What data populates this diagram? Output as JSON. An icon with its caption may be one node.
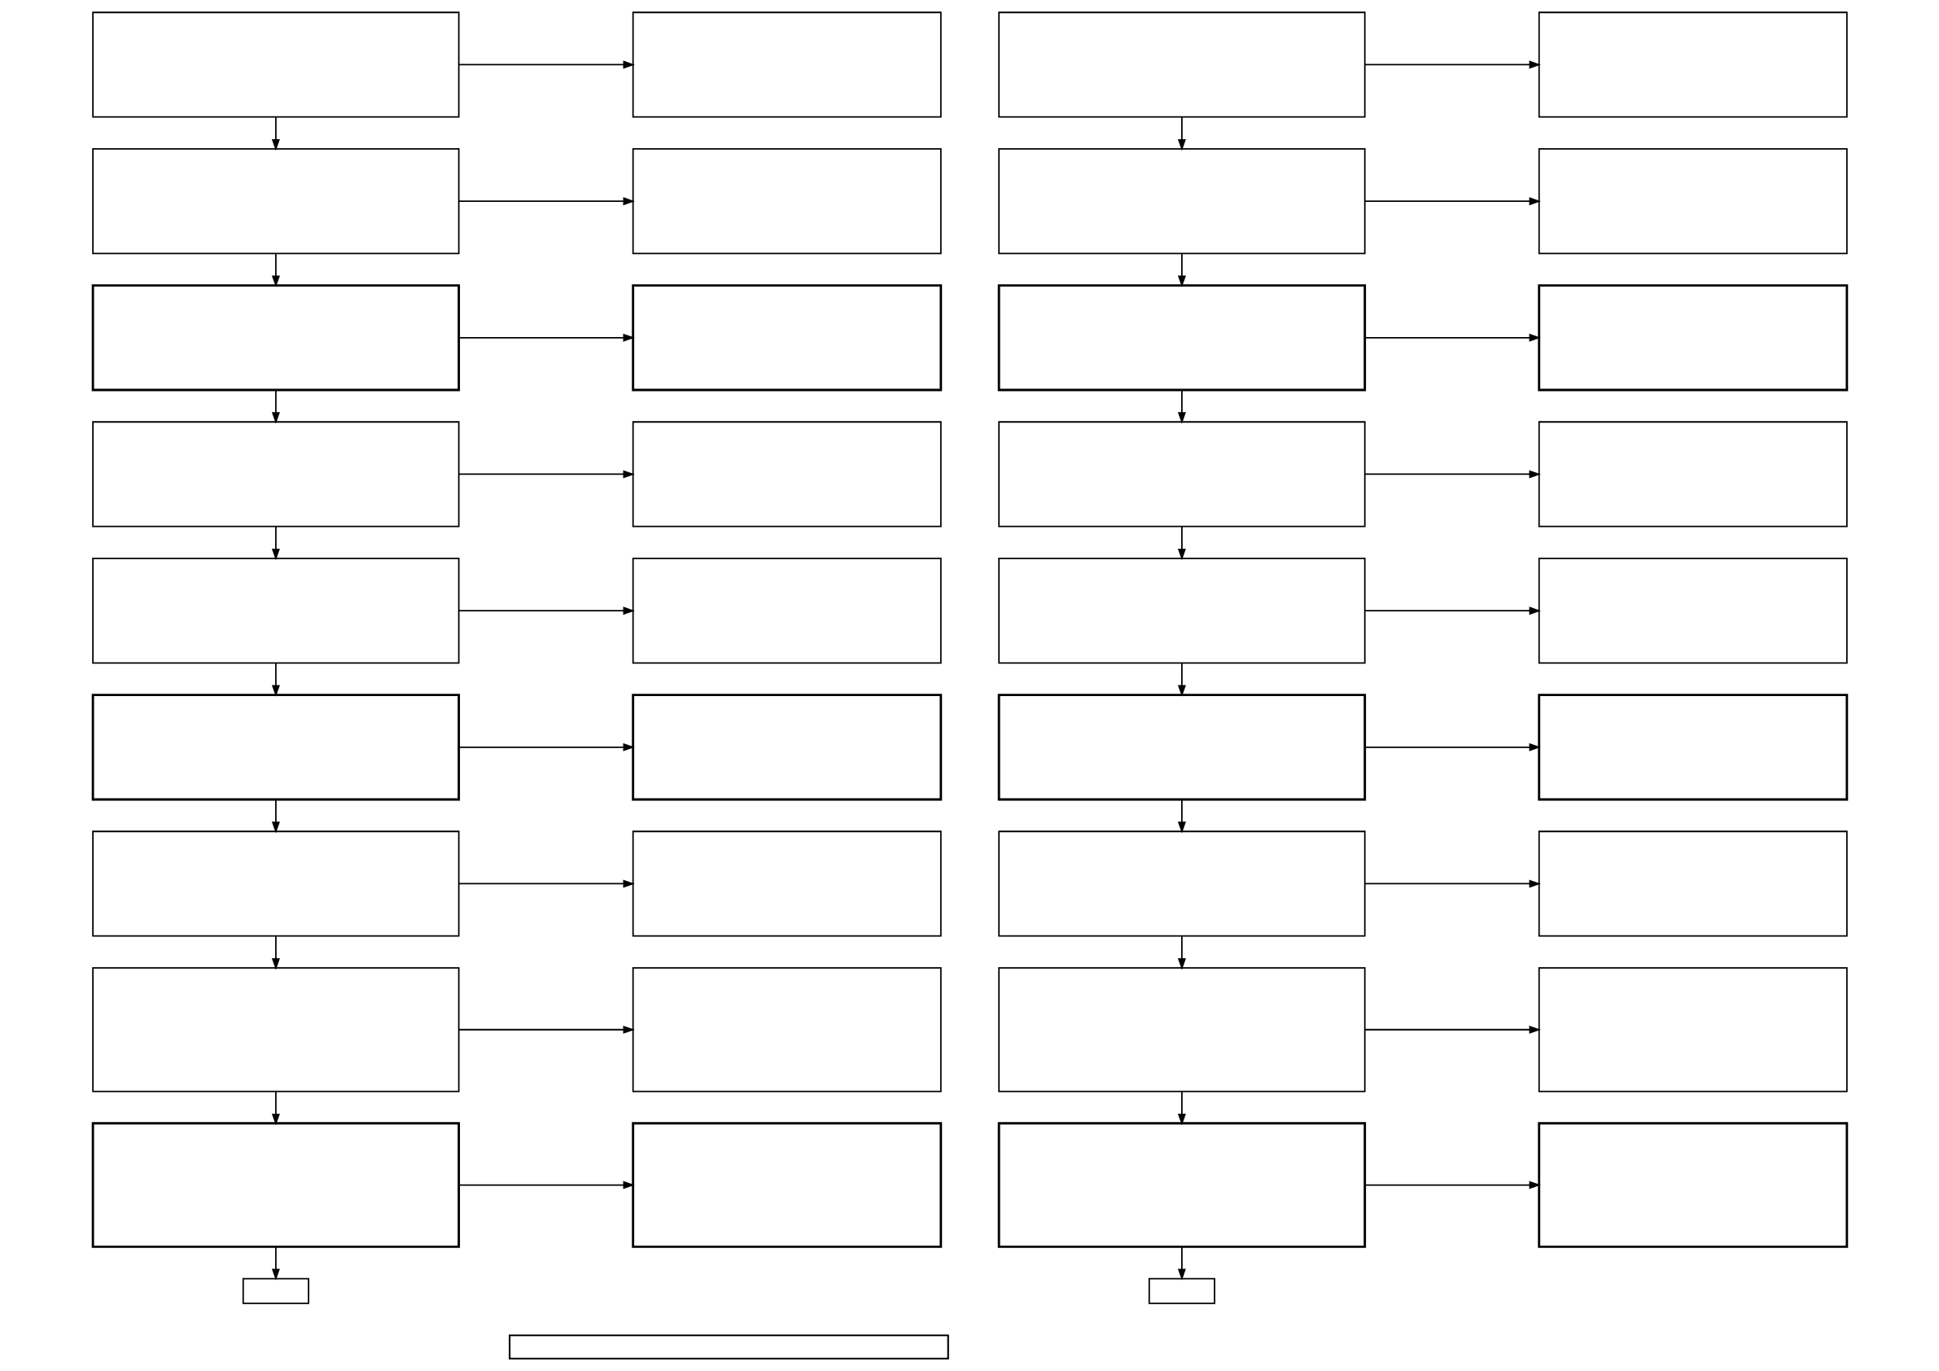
{
  "diagram": {
    "nodes": [
      {
        "text": [],
        "shape": "box"
      },
      {
        "text": [],
        "shape": "box"
      },
      {
        "text": [],
        "shape": "box"
      },
      {
        "text": [],
        "shape": "box"
      },
      {
        "text": [],
        "shape": "box"
      },
      {
        "text": [],
        "shape": "box"
      },
      {
        "text": [],
        "shape": "box"
      },
      {
        "text": [],
        "shape": "box"
      },
      {
        "text": [],
        "shape": "box"
      },
      {
        "text": [],
        "shape": "box"
      },
      {
        "text": [],
        "shape": "box"
      },
      {
        "text": [],
        "shape": "box"
      },
      {
        "text": [],
        "shape": "box"
      },
      {
        "text": [],
        "shape": "box"
      },
      {
        "text": [],
        "shape": "box"
      },
      {
        "text": [],
        "shape": "box"
      },
      {
        "text": [],
        "shape": "box"
      },
      {
        "text": [],
        "shape": "box"
      },
      {
        "text": [],
        "shape": "box"
      },
      {
        "text": [],
        "shape": "box"
      },
      {
        "text": [],
        "shape": "box"
      },
      {
        "text": [],
        "shape": "box"
      },
      {
        "text": [],
        "shape": "box"
      },
      {
        "text": [],
        "shape": "box"
      },
      {
        "text": [],
        "shape": "box"
      },
      {
        "text": [],
        "shape": "box"
      },
      {
        "text": [],
        "shape": "box"
      },
      {
        "text": [],
        "shape": "box"
      },
      {
        "text": [],
        "shape": "box"
      },
      {
        "text": [],
        "shape": "box"
      },
      {
        "text": [],
        "shape": "box"
      },
      {
        "text": [],
        "shape": "box"
      },
      {
        "text": [],
        "shape": "box"
      },
      {
        "text": [],
        "shape": "box"
      },
      {
        "text": [],
        "shape": "box"
      },
      {
        "text": [],
        "shape": "box"
      },
      {
        "text": [],
        "shape": "box"
      },
      {
        "text": [],
        "shape": "box"
      },
      {
        "text": [],
        "shape": "box"
      }
    ],
    "edges": [
      {
        "from": 0,
        "to": 1,
        "arrow": "to"
      },
      {
        "from": 0,
        "to": 2,
        "arrow": "to"
      },
      {
        "from": 2,
        "to": 3,
        "arrow": "to"
      },
      {
        "from": 2,
        "to": 4,
        "arrow": "to"
      },
      {
        "from": 4,
        "to": 5,
        "arrow": "to"
      },
      {
        "from": 4,
        "to": 6,
        "arrow": "to"
      },
      {
        "from": 6,
        "to": 7,
        "arrow": "to"
      },
      {
        "from": 6,
        "to": 8,
        "arrow": "to"
      },
      {
        "from": 8,
        "to": 9,
        "arrow": "to"
      },
      {
        "from": 8,
        "to": 10,
        "arrow": "to"
      },
      {
        "from": 10,
        "to": 11,
        "arrow": "to"
      },
      {
        "from": 10,
        "to": 12,
        "arrow": "to"
      },
      {
        "from": 12,
        "to": 13,
        "arrow": "to"
      },
      {
        "from": 12,
        "to": 14,
        "arrow": "to"
      },
      {
        "from": 14,
        "to": 15,
        "arrow": "to"
      },
      {
        "from": 14,
        "to": 16,
        "arrow": "to"
      },
      {
        "from": 16,
        "to": 17,
        "arrow": "to"
      },
      {
        "from": 16,
        "to": 18,
        "arrow": "to"
      },
      {
        "from": 19,
        "to": 20,
        "arrow": "to"
      },
      {
        "from": 19,
        "to": 21,
        "arrow": "to"
      },
      {
        "from": 21,
        "to": 22,
        "arrow": "to"
      },
      {
        "from": 21,
        "to": 23,
        "arrow": "to"
      },
      {
        "from": 23,
        "to": 24,
        "arrow": "to"
      },
      {
        "from": 23,
        "to": 25,
        "arrow": "to"
      },
      {
        "from": 25,
        "to": 26,
        "arrow": "to"
      },
      {
        "from": 25,
        "to": 27,
        "arrow": "to"
      },
      {
        "from": 27,
        "to": 28,
        "arrow": "to"
      },
      {
        "from": 27,
        "to": 29,
        "arrow": "to"
      },
      {
        "from": 29,
        "to": 30,
        "arrow": "to"
      },
      {
        "from": 29,
        "to": 31,
        "arrow": "to"
      },
      {
        "from": 31,
        "to": 32,
        "arrow": "to"
      },
      {
        "from": 31,
        "to": 33,
        "arrow": "to"
      },
      {
        "from": 33,
        "to": 34,
        "arrow": "to"
      },
      {
        "from": 33,
        "to": 35,
        "arrow": "to"
      },
      {
        "from": 35,
        "to": 36,
        "arrow": "to"
      },
      {
        "from": 35,
        "to": 37,
        "arrow": "to"
      }
    ]
  }
}
